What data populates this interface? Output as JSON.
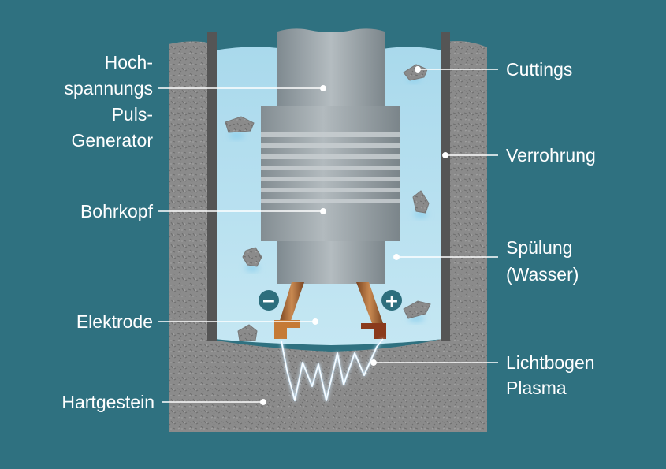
{
  "labels": {
    "generator": [
      "Hoch-",
      "spannungs",
      "Puls-",
      "Generator"
    ],
    "bohrkopf": "Bohrkopf",
    "elektrode": "Elektrode",
    "hartgestein": "Hartgestein",
    "cuttings": "Cuttings",
    "verrohrung": "Verrohrung",
    "spuelung": [
      "Spülung",
      "(Wasser)"
    ],
    "lichtbogen": [
      "Lichtbogen",
      "Plasma"
    ]
  },
  "symbols": {
    "negative": "−",
    "positive": "+"
  },
  "colors": {
    "background": "#2f7180",
    "rock": "#8b8b8b",
    "water": "#b6dfee",
    "casing": "#555555",
    "metal": "#9aa3a8",
    "electrode": "#b5713a",
    "arc": "#e4f4ff"
  }
}
